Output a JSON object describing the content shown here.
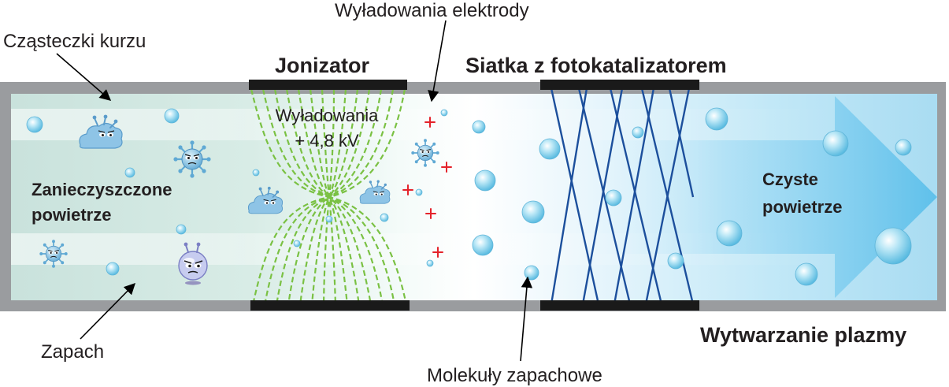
{
  "labels": {
    "dust": "Cząsteczki kurzu",
    "electrode_discharges": "Wyładowania elektrody",
    "ionizer": "Jonizator",
    "photocatalyst_mesh": "Siatka z fotokatalizatorem",
    "polluted_air_line1": "Zanieczyszczone",
    "polluted_air_line2": "powietrze",
    "discharges_line1": "Wyładowania",
    "discharges_line2": "+ 4,8 kV",
    "clean_air_line1": "Czyste",
    "clean_air_line2": "powietrze",
    "odor": "Zapach",
    "odor_molecules": "Molekuły zapachowe",
    "plasma_generation": "Wytwarzanie plazmy"
  },
  "icons": [
    "dust-germ-icon",
    "bubble-icon",
    "plus-ion-icon",
    "arrow-icon",
    "field-line-icon",
    "mesh-wire-icon",
    "electrode-plate-icon"
  ],
  "colors": {
    "frame": "#9a9c9f",
    "electrode": "#1a1a1a",
    "field_lines": "#7ac143",
    "mesh": "#1c4f9c",
    "ions": "#e4232b",
    "bubble": "#7fd1ee",
    "clean_flow": "#6fc7ee",
    "text": "#231f20"
  }
}
